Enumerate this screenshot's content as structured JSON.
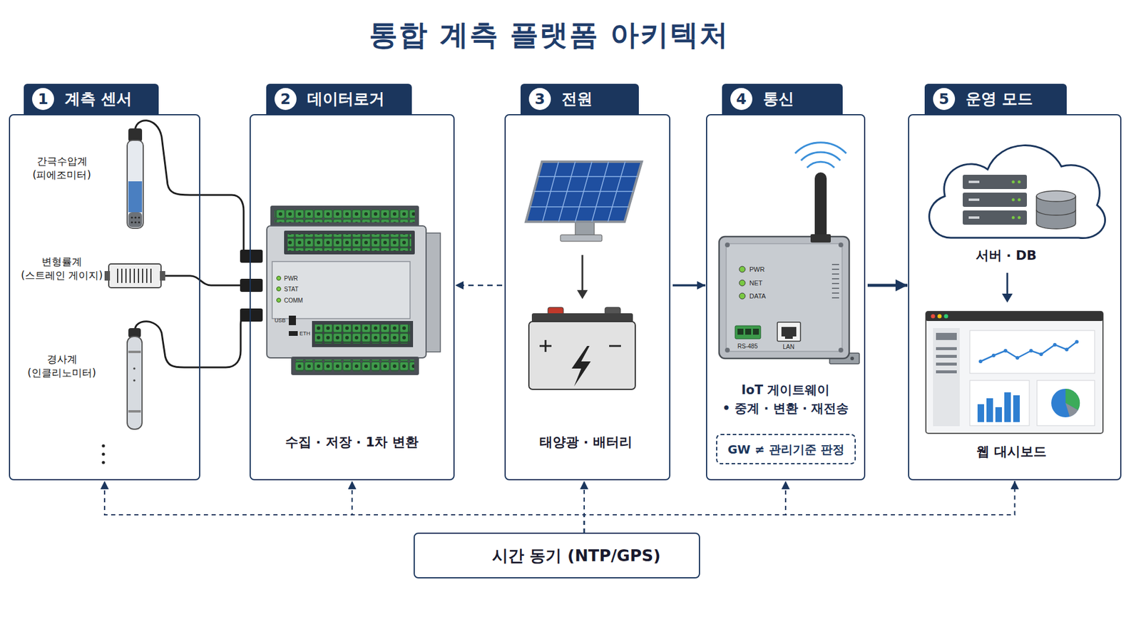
{
  "diagram": {
    "title": "통합 계측 플랫폼 아키텍처",
    "nodes": [
      {
        "text": [
          "1",
          "계측 센서",
          "간극수압계 (피에조미터)",
          "변형률계 (스트레인 게이지)",
          "경사계 (인클리노미터)"
        ]
      },
      {
        "text": [
          "2",
          "데이터로거",
          "수집 · 저장 · 1차 변환"
        ]
      },
      {
        "text": [
          "3",
          "전원",
          "태양광 · 배터리"
        ]
      },
      {
        "text": [
          "4",
          "통신",
          "IoT 게이트웨이",
          "• 중계 · 변환 · 재전송"
        ]
      },
      {
        "text": [
          "GW ≠ 관리기준 판정"
        ],
        "in": 3
      },
      {
        "text": [
          "5",
          "운영 모드",
          "서버 · DB",
          "웹 대시보드"
        ]
      },
      {
        "text": [
          "시간 동기 (NTP/GPS)"
        ]
      }
    ],
    "edges": [
      {
        "from": 2,
        "to": 1,
        "arrow": "to"
      },
      {
        "from": 2,
        "to": 3,
        "arrow": "to"
      },
      {
        "from": 3,
        "to": 5,
        "arrow": "to"
      },
      {
        "from": 6,
        "to": 0,
        "arrow": "to"
      },
      {
        "from": 6,
        "to": 1,
        "arrow": "to"
      },
      {
        "from": 6,
        "to": 2,
        "arrow": "to"
      },
      {
        "from": 6,
        "to": 3,
        "arrow": "to"
      },
      {
        "from": 6,
        "to": 5,
        "arrow": "to"
      }
    ],
    "labels": [
      "PWR",
      "STAT",
      "COMM",
      "USB",
      "ETH",
      "PWR",
      "NET",
      "DATA",
      "RS-485",
      "LAN"
    ]
  }
}
